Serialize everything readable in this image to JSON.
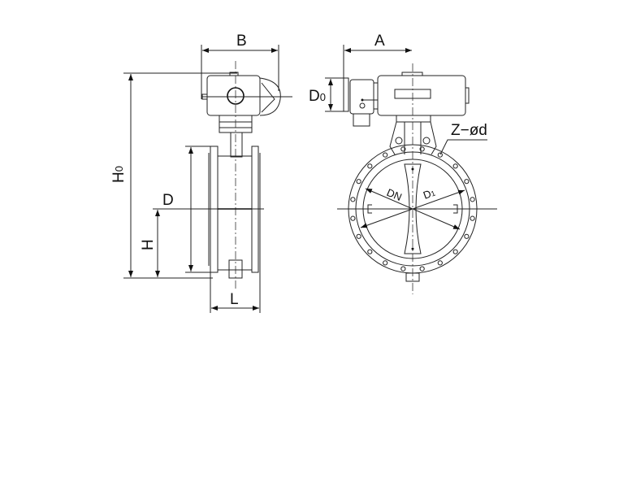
{
  "diagram": {
    "title_hidden": null,
    "side_view": {
      "labels": {
        "B": "B",
        "H0_main": "H",
        "H0_sub": "0",
        "D": "D",
        "H": "H",
        "L": "L"
      }
    },
    "front_view": {
      "labels": {
        "A": "A",
        "D0_main": "D",
        "D0_sub": "0",
        "DN": "DN",
        "D1_main": "D",
        "D1_sub": "1",
        "Z_d": "Z−ød"
      },
      "bolt_hole_count": 20
    },
    "colors": {
      "line": "#222222",
      "background": "#ffffff"
    }
  }
}
